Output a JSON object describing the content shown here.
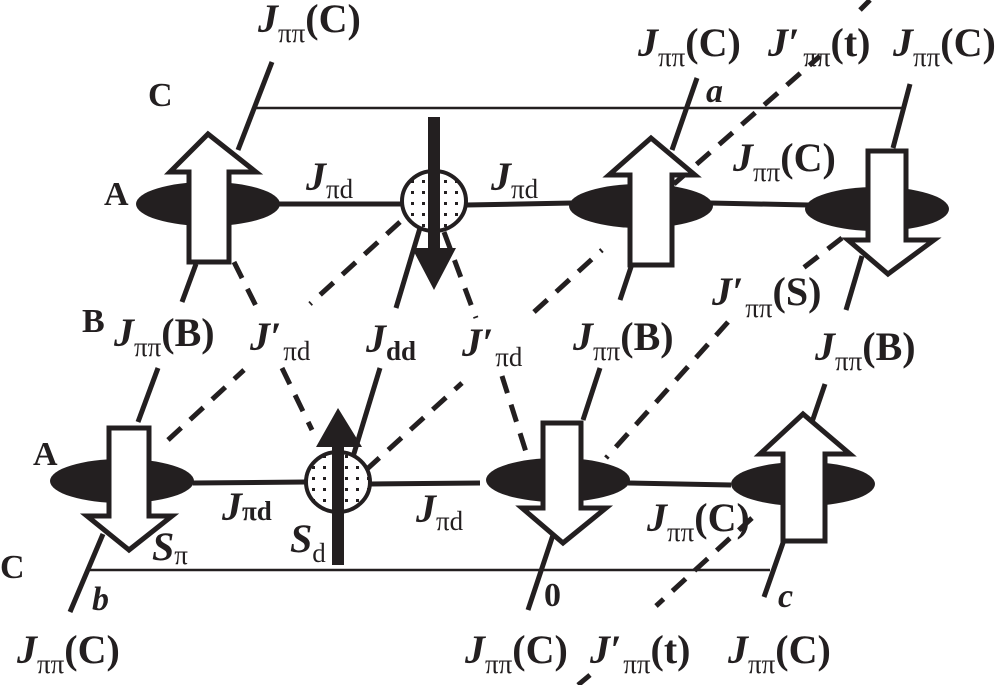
{
  "diagram": {
    "colors": {
      "ink": "#231f20",
      "background": "#ffffff"
    },
    "site_labels": {
      "A_top": "A",
      "A_bottom": "A",
      "B": "B",
      "C_top": "C",
      "C_bottom": "C"
    },
    "axis_labels": {
      "a": "a",
      "b": "b",
      "c": "c",
      "origin": "0"
    },
    "spin_labels": {
      "S_pi": {
        "main": "S",
        "sub": "π"
      },
      "S_d": {
        "main": "S",
        "sub": "d"
      }
    },
    "couplings": {
      "J_pipi_C_top_left": {
        "main": "J",
        "sub": "ππ",
        "arg": "(C)"
      },
      "J_pipi_C_top_mid": {
        "main": "J",
        "sub": "ππ",
        "arg": "(C)"
      },
      "J_prime_pipi_t_top": {
        "main": "J′",
        "sub": "ππ",
        "arg": "(t)"
      },
      "J_pipi_C_top_right": {
        "main": "J",
        "sub": "ππ",
        "arg": "(C)"
      },
      "J_pid_top_left": {
        "main": "J",
        "sub": "πd"
      },
      "J_pid_top_right": {
        "main": "J",
        "sub": "πd"
      },
      "J_pipi_C_right_mid": {
        "main": "J",
        "sub": "ππ",
        "arg": "(C)"
      },
      "J_prime_pipi_S": {
        "main": "J′",
        "sub": "ππ",
        "arg": "(S)"
      },
      "J_pipi_B_left": {
        "main": "J",
        "sub": "ππ",
        "arg": "(B)"
      },
      "J_prime_pid_left": {
        "main": "J′",
        "sub": "πd"
      },
      "J_dd": {
        "main": "J",
        "sub": "dd"
      },
      "J_prime_pid_right": {
        "main": "J′",
        "sub": "πd"
      },
      "J_pipi_B_mid": {
        "main": "J",
        "sub": "ππ",
        "arg": "(B)"
      },
      "J_pipi_B_right": {
        "main": "J",
        "sub": "ππ",
        "arg": "(B)"
      },
      "J_pid_bottom_left": {
        "main": "J",
        "sub": "πd"
      },
      "J_pid_bottom_right": {
        "main": "J",
        "sub": "πd"
      },
      "J_pipi_C_bottom_mid": {
        "main": "J",
        "sub": "ππ",
        "arg": "(C)"
      },
      "J_pipi_C_bottom_left": {
        "main": "J",
        "sub": "ππ",
        "arg": "(C)"
      },
      "J_pipi_C_bottom_center": {
        "main": "J",
        "sub": "ππ",
        "arg": "(C)"
      },
      "J_prime_pipi_t_bottom": {
        "main": "J′",
        "sub": "ππ",
        "arg": "(t)"
      },
      "J_pipi_C_bottom_right": {
        "main": "J",
        "sub": "ππ",
        "arg": "(C)"
      }
    },
    "spins": {
      "pi_top_left": "up",
      "d_top": "down",
      "pi_top_mid": "up",
      "pi_top_right": "down",
      "pi_bottom_left": "down",
      "d_bottom": "up",
      "pi_bottom_mid": "down",
      "pi_bottom_right": "up"
    }
  }
}
